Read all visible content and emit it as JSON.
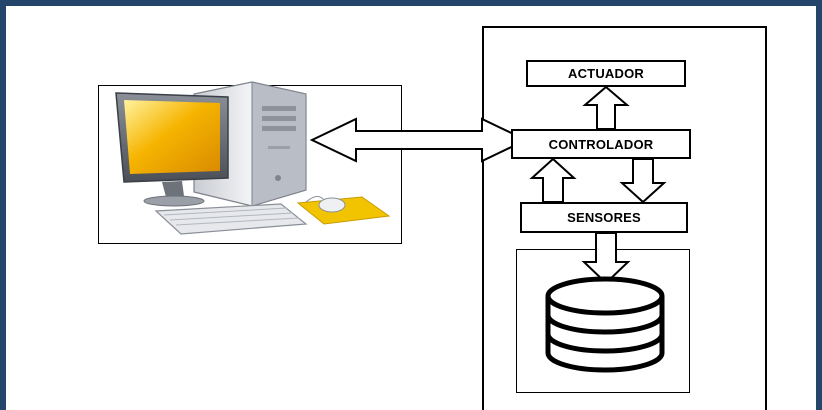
{
  "diagram": {
    "blocks": {
      "actuator": "ACTUADOR",
      "controller": "CONTROLADOR",
      "sensors": "SENSORES"
    },
    "icons": {
      "computer": "desktop-computer-icon",
      "database": "database-icon"
    },
    "colors": {
      "border": "#24466b",
      "monitor_screen": "#f6b400",
      "mousepad": "#f2c400"
    }
  }
}
